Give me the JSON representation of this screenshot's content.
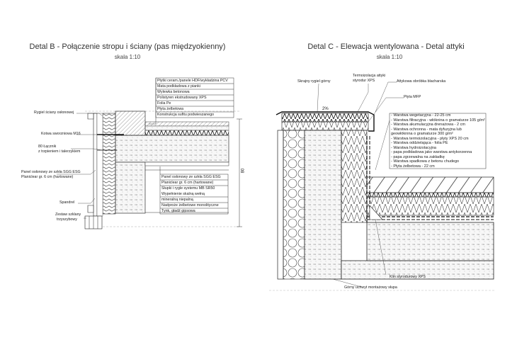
{
  "detail_b": {
    "title": "Detal B - Połączenie stropu i ściany (pas międzyokienny)",
    "scale": "skala 1:10",
    "layers_top": [
      "Płytki ceram./panele HDF/wykładzina PCV",
      "Mata podkładowa z pianki",
      "Wylewka betonowa",
      "Polistyren ekstrudowany XPS",
      "Folia Pe",
      "Płyta żelbetowa",
      "Konstrukcja sufitu podwieszanego"
    ],
    "layers_bottom": [
      "Panel osłonowy ze szkła SGG ESG",
      "Planiclear gr. 6 cm (hartowane)",
      "Słupki i rygle systemu MB SR50",
      "Wypełnienie skalną wełną",
      "mineralną niepalną",
      "Nadproże żelbetowe monolityczne",
      "Tynk, gładź gipsowa"
    ],
    "callouts": {
      "rygiel": "Rygiel ściany osłonowej",
      "kotwa": "Kotwa sworzniowa M16",
      "lacznik_1": "80 Łącznik",
      "lacznik_2": "z trzpieniem i talerzykiem",
      "panel_1": "Panel osłonowy ze szkła SGG ESG",
      "panel_2": "Planiclear gr. 6 cm (hartowane)",
      "spandrel": "Spandrel",
      "zestaw_1": "Zestaw szklany",
      "zestaw_2": "trzyszybowy"
    },
    "dimension": "80"
  },
  "detail_c": {
    "title": "Detal C - Elewacja wentylowana - Detal attyki",
    "scale": "skala 1:10",
    "callouts": {
      "rygiel_gorny": "Skrajny rygiel górny",
      "termo_1": "Termoizolacja attyki",
      "termo_2": "styrodur XPS",
      "obrobka": "Attykowa obróbka blacharska",
      "plyta_mfp": "Płyta MFP",
      "slope": "2%",
      "klin": "Klin styrodurowy XPS",
      "uchwyt": "Górny uchwyt montażowy słupa"
    },
    "layers": [
      "- Warstwa wegetacyjna - 22-25 cm",
      "- Warstwa filtracyjna - włóknina o gramaturze 105 g/m²",
      "- Warstwa akumulacyjna drenażowa - 2 cm",
      "- Warstwa ochronna - mata dyfuzyjna lub",
      "  geowłóknina o gramaturze 300 g/m²",
      "- Warstwa termoizolacyjna - płyty XPS 20 cm",
      "- Warstwa oddzielająca - folia PE",
      "- Warstwa hydroizolacyjna",
      "     - papa podkładowa jako warstwa antykorzenna",
      "     - papa zgrzewalna na zakładkę",
      "- Warstwa spadkowa z betonu chudego",
      "- Płyta żelbetowa - 22 cm"
    ]
  }
}
